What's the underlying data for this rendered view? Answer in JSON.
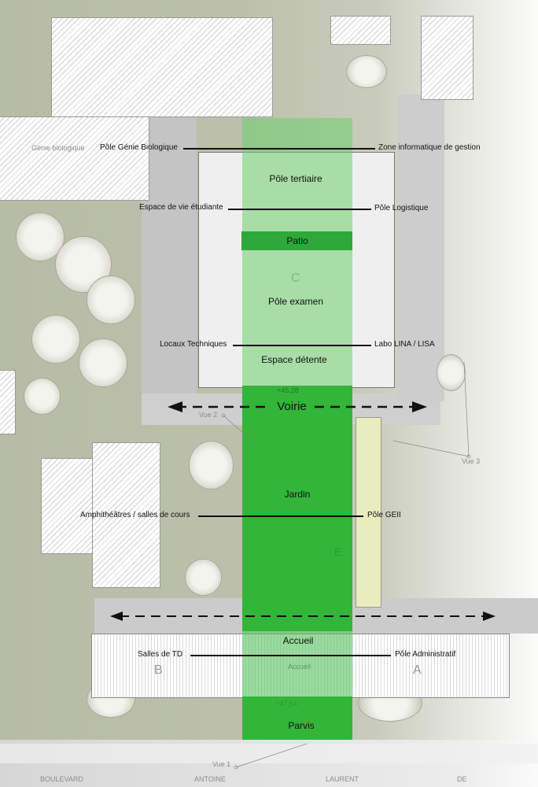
{
  "buildings": {
    "existing_left": "Génie biologique",
    "main_block": "C",
    "block_a": "A",
    "block_b": "B",
    "block_e": "E"
  },
  "callouts": [
    {
      "left": "Pôle Génie Biologique",
      "right": "Zone informatique de gestion"
    },
    {
      "left": "Espace de vie étudiante",
      "right": "Pôle Logistique"
    },
    {
      "left": "Locaux Techniques",
      "right": "Labo LINA / LISA"
    },
    {
      "left": "Amphithéâtres / salles de cours",
      "right": "Pôle GEII"
    },
    {
      "left": "Salles de TD",
      "right": "Pôle Administratif"
    }
  ],
  "zones": {
    "tertiaire": "Pôle tertiaire",
    "patio": "Patio",
    "examen": "Pôle examen",
    "detente": "Espace détente",
    "voirie": "Voirie",
    "jardin": "Jardin",
    "accueil": "Accueil",
    "accueil_plan": "Accueil",
    "parvis": "Parvis"
  },
  "levels": {
    "upper": "+45,28",
    "lower": "+47,54"
  },
  "views": [
    "Vue 1",
    "Vue 2",
    "Vue 3"
  ],
  "street": [
    "BOULEVARD",
    "ANTOINE",
    "LAURENT",
    "DE"
  ],
  "colors": {
    "green_light": "#8fd08f",
    "green_strong": "#33b53a",
    "patio": "#2fa83a",
    "yellow": "#e9ecbd"
  }
}
